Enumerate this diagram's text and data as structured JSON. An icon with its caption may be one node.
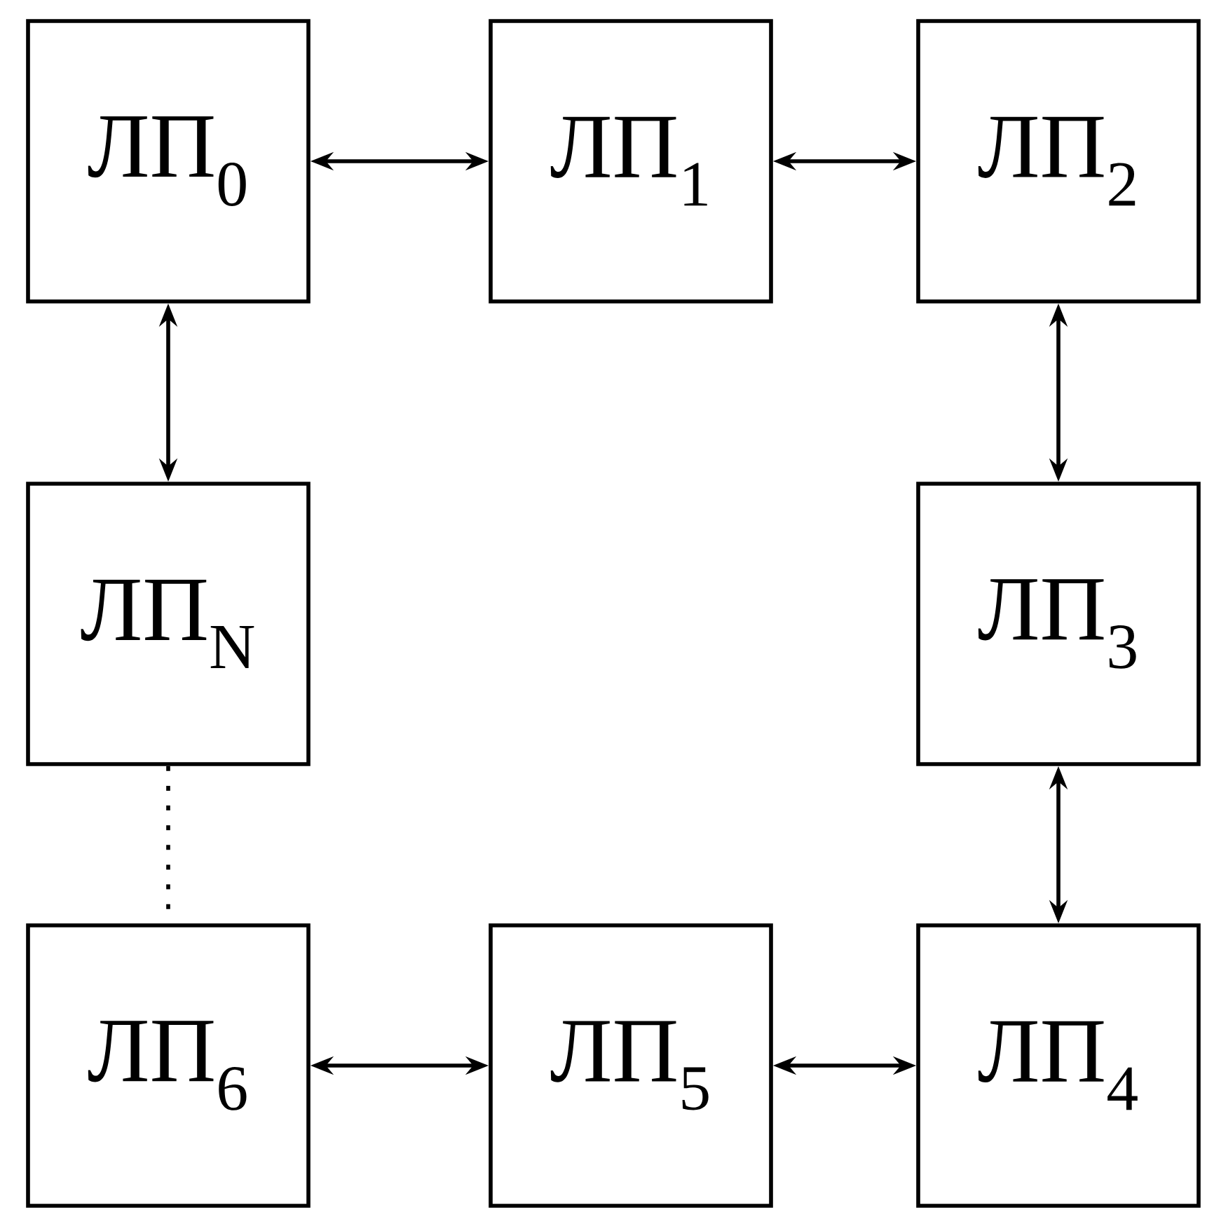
{
  "diagram": {
    "nodes": [
      {
        "text": [
          "ЛП$_{0}$"
        ]
      },
      {
        "text": [
          "ЛП$_{1}$"
        ]
      },
      {
        "text": [
          "ЛП$_{2}$"
        ]
      },
      {
        "text": [
          "ЛП$_{N}$"
        ]
      },
      {
        "text": [
          "ЛП$_{3}$"
        ]
      },
      {
        "text": [
          "ЛП$_{6}$"
        ]
      },
      {
        "text": [
          "ЛП$_{5}$"
        ]
      },
      {
        "text": [
          "ЛП$_{4}$"
        ]
      }
    ],
    "edges": [
      {
        "from": 0,
        "to": 1,
        "arrow": "both"
      },
      {
        "from": 1,
        "to": 2,
        "arrow": "both"
      },
      {
        "from": 0,
        "to": 3,
        "arrow": "both"
      },
      {
        "from": 2,
        "to": 4,
        "arrow": "both"
      },
      {
        "from": 4,
        "to": 7,
        "arrow": "both"
      },
      {
        "from": 5,
        "to": 6,
        "arrow": "both"
      },
      {
        "from": 6,
        "to": 7,
        "arrow": "both"
      },
      {
        "from": 3,
        "to": 5,
        "arrow": "none",
        "style": "dashed"
      }
    ]
  }
}
